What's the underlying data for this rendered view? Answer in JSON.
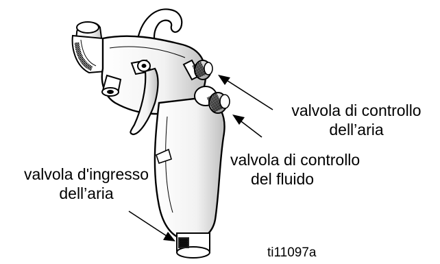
{
  "callouts": {
    "air_control": {
      "line1": "valvola di controllo",
      "line2": "dell’aria"
    },
    "fluid_control": {
      "line1": "valvola di controllo",
      "line2": "del fluido"
    },
    "air_inlet": {
      "line1": "valvola d'ingresso",
      "line2": "dell’aria"
    }
  },
  "figure_id": "ti11097a",
  "colors": {
    "ink": "#000000",
    "body": "#ffffff",
    "shade": "#d9d9d9",
    "dark": "#555555"
  },
  "icons": {
    "spray_gun": "spray-gun-illustration",
    "arrow": "arrow-pointer"
  }
}
